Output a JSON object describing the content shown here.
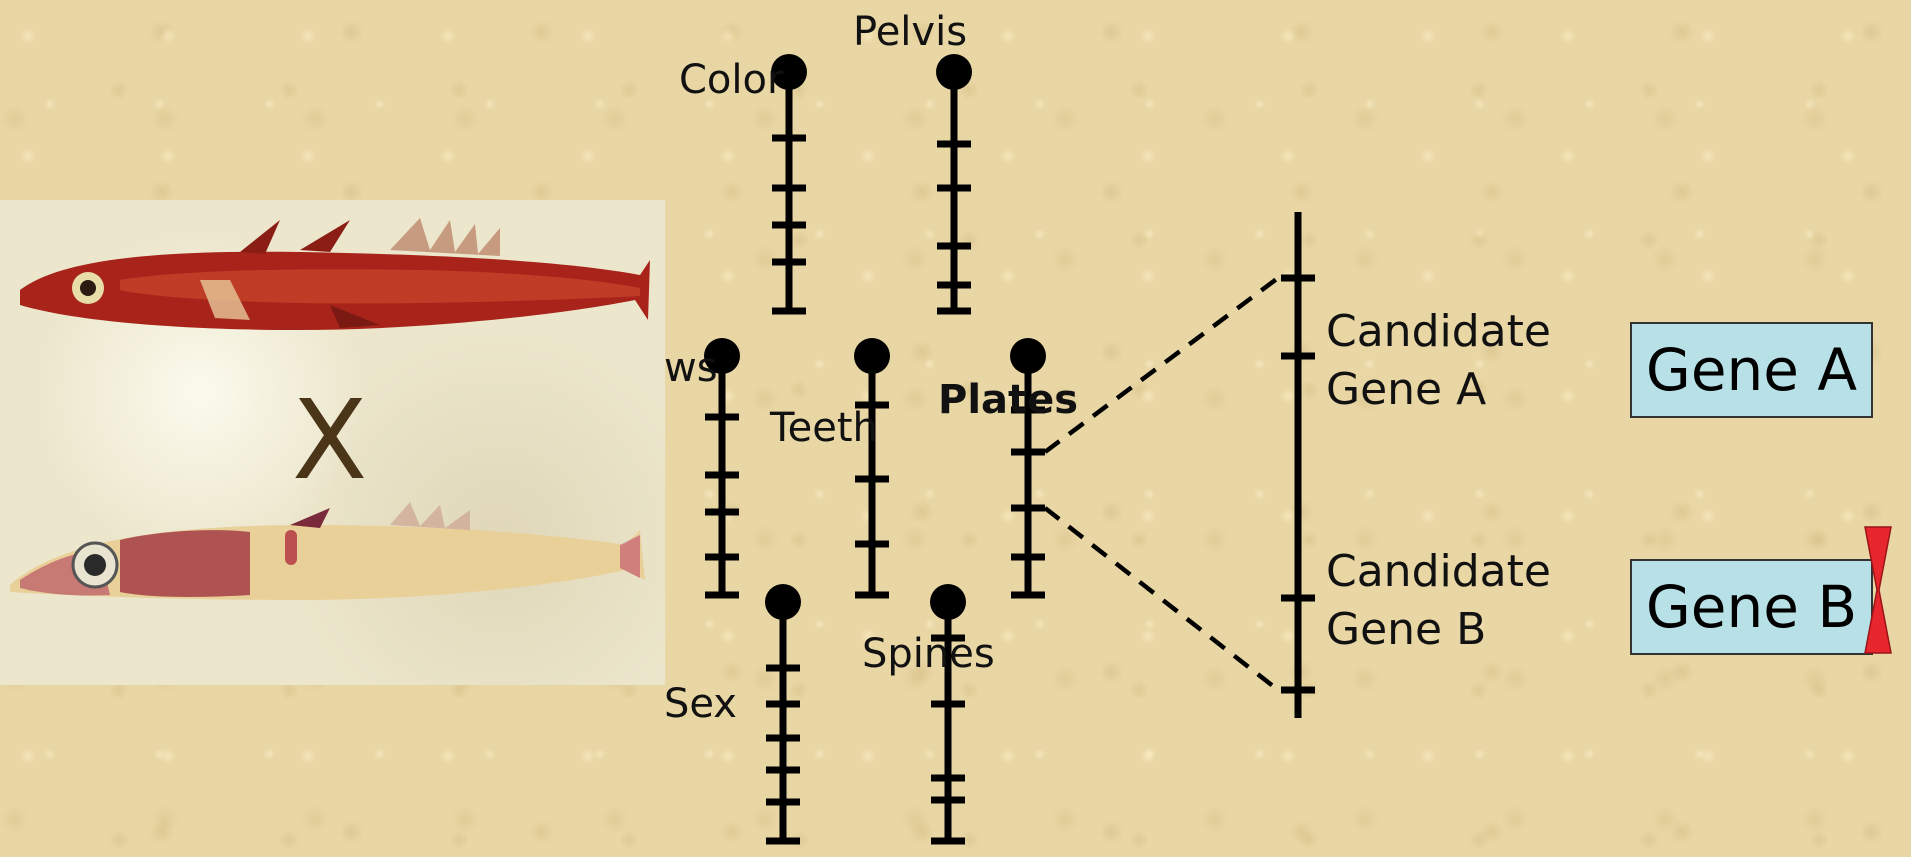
{
  "labels": {
    "color": "Color",
    "pelvis": "Pelvis",
    "jaws": "ws",
    "teeth": "Teeth",
    "plates": "Plates",
    "sex": "Sex",
    "spines": "Spines",
    "cross": "X"
  },
  "candidates": {
    "a_line1": "Candidate",
    "a_line2": "Gene A",
    "b_line1": "Candidate",
    "b_line2": "Gene B"
  },
  "genes": {
    "a": "Gene A",
    "b": "Gene B"
  },
  "colors": {
    "background": "#e8d6a4",
    "gene_box": "#b7e1e6",
    "knockout": "#e8262e",
    "red_fish": "#a8241a",
    "pale_fish": "#e9cf98"
  }
}
